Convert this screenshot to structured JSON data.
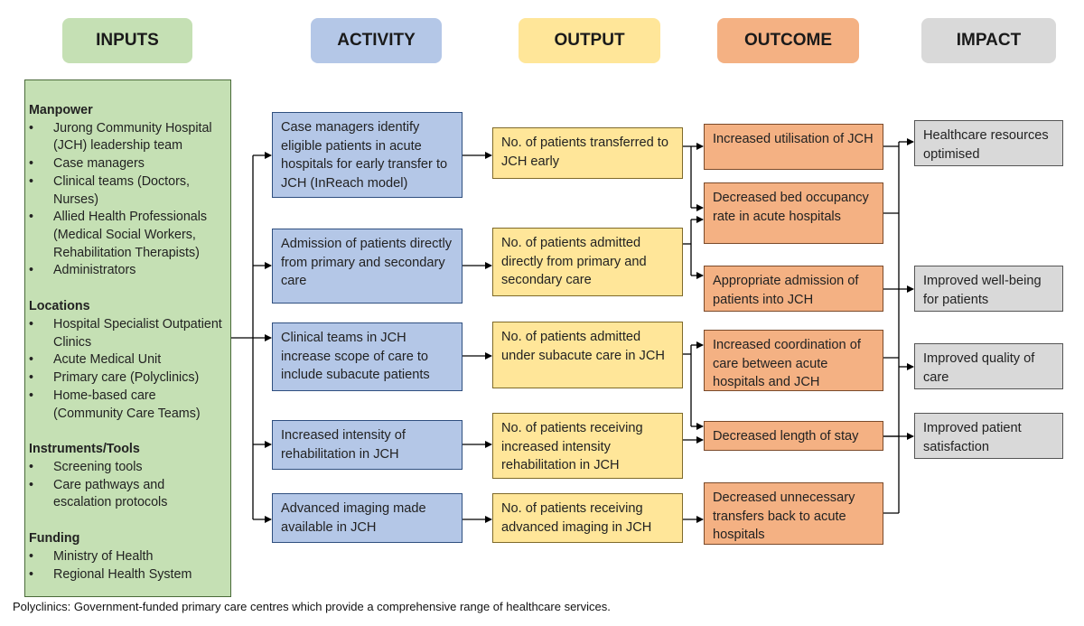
{
  "headers": {
    "inputs": "INPUTS",
    "activity": "ACTIVITY",
    "output": "OUTPUT",
    "outcome": "OUTCOME",
    "impact": "IMPACT"
  },
  "colors": {
    "inputs": "#c5e0b4",
    "activity": "#b4c7e7",
    "output": "#ffe699",
    "outcome": "#f4b183",
    "impact": "#d9d9d9"
  },
  "inputs": {
    "sections": [
      {
        "title": "Manpower",
        "items": [
          "Jurong Community Hospital (JCH) leadership team",
          "Case managers",
          "Clinical teams (Doctors, Nurses)",
          "Allied Health Professionals (Medical Social Workers, Rehabilitation Therapists)",
          "Administrators"
        ]
      },
      {
        "title": "Locations",
        "items": [
          "Hospital Specialist Outpatient Clinics",
          "Acute Medical Unit",
          "Primary care (Polyclinics)",
          "Home-based care (Community Care Teams)"
        ]
      },
      {
        "title": "Instruments/Tools",
        "items": [
          "Screening tools",
          "Care pathways and escalation protocols"
        ]
      },
      {
        "title": "Funding",
        "items": [
          "Ministry of Health",
          "Regional Health System"
        ]
      }
    ]
  },
  "activities": [
    "Case managers identify eligible patients in acute hospitals for early transfer to JCH (InReach model)",
    "Admission of patients directly from primary and secondary care",
    "Clinical teams in JCH increase scope of care to include subacute patients",
    "Increased intensity of rehabilitation in JCH",
    "Advanced imaging made available in JCH"
  ],
  "outputs": [
    "No. of patients transferred to JCH early",
    "No. of patients admitted directly from primary and secondary care",
    "No. of patients admitted under subacute care in JCH",
    "No. of patients receiving increased intensity rehabilitation in JCH",
    "No. of patients receiving advanced imaging in JCH"
  ],
  "outcomes": [
    "Increased utilisation of JCH",
    "Decreased bed occupancy rate in acute hospitals",
    "Appropriate admission of patients into JCH",
    "Increased coordination of care between acute hospitals and JCH",
    "Decreased length of stay",
    "Decreased unnecessary transfers back to acute hospitals"
  ],
  "impacts": [
    "Healthcare resources optimised",
    "Improved well-being for patients",
    "Improved quality of care",
    "Improved patient satisfaction"
  ],
  "footnote": "Polyclinics: Government-funded primary care centres which provide a comprehensive range of healthcare services."
}
